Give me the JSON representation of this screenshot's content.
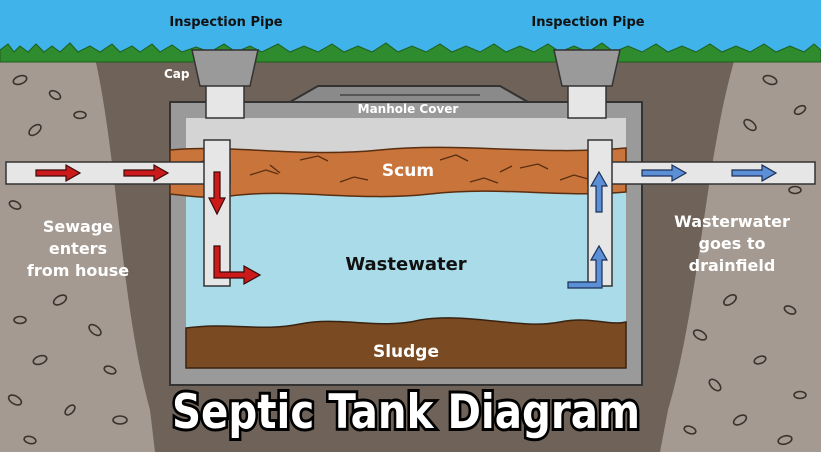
{
  "labels": {
    "inspection_pipe_left": "Inspection Pipe",
    "inspection_pipe_right": "Inspection Pipe",
    "cap": "Cap",
    "manhole_cover": "Manhole Cover",
    "scum": "Scum",
    "wastewater": "Wastewater",
    "sludge": "Sludge",
    "sewage_line1": "Sewage",
    "sewage_line2": "enters",
    "sewage_line3": "from house",
    "outflow_line1": "Wasterwater",
    "outflow_line2": "goes to",
    "outflow_line3": "drainfield"
  },
  "title": "Septic Tank Diagram",
  "colors": {
    "sky": "#3fb3ea",
    "grass": "#2e8b2e",
    "soil": "#a59a91",
    "excavation": "#6e6259",
    "tank_wall": "#9a9a9a",
    "scum": "#c8743a",
    "wastewater": "#a9dbe8",
    "sludge": "#7a4a22",
    "inflow_arrow": "#cc1a1a",
    "outflow_arrow": "#5b8fd6",
    "pipe": "#e6e6e6"
  }
}
